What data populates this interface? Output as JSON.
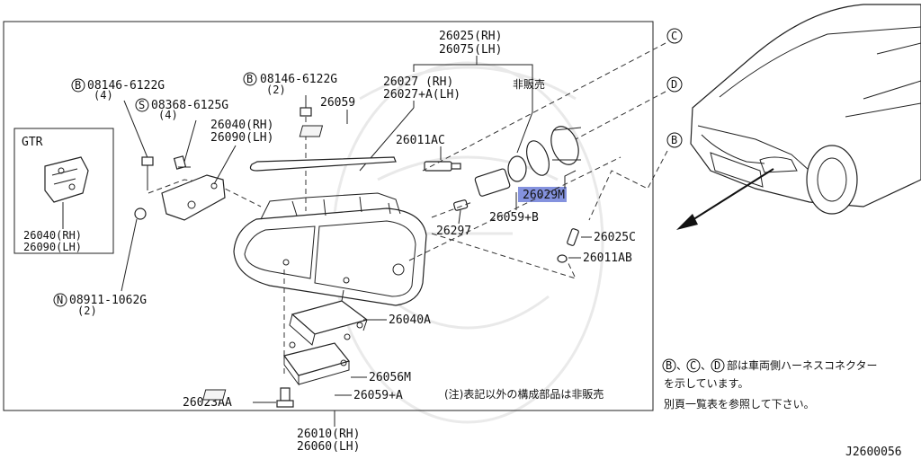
{
  "labels": {
    "p26025": "26025(RH)",
    "p26075": "26075(LH)",
    "hihanbai": "非販売",
    "p26027": "26027  (RH)",
    "p26027a": "26027+A(LH)",
    "b1_num": "08146-6122G",
    "b1_qty": "(4)",
    "s_num": "08368-6125G",
    "s_qty": "(4)",
    "b2_num": "08146-6122G",
    "b2_qty": "(2)",
    "p26059": "26059",
    "p26040": "26040(RH)",
    "p26090": "26090(LH)",
    "p26011ac": "26011AC",
    "gtr": "GTR",
    "gtr_26040": "26040(RH)",
    "gtr_26090": "26090(LH)",
    "p26029m": "26029M",
    "p26059b": "26059+B",
    "p26297": "26297",
    "p26025c": "26025C",
    "p26011ab": "26011AB",
    "n_num": "08911-1062G",
    "n_qty": "(2)",
    "p26040a": "26040A",
    "p26056m": "26056M",
    "p26023aa": "26023AA",
    "p26059a": "26059+A",
    "note": "(注)表記以外の構成部品は非販売",
    "p26010": "26010(RH)",
    "p26060": "26060(LH)",
    "connector_note_1": "部は車両側ハーネスコネクター",
    "connector_note_2": "を示しています。",
    "connector_note_3": "別頁一覧表を参照して下さい。",
    "diagram_code": "J2600056"
  },
  "markers": {
    "B": "B",
    "C": "C",
    "D": "D",
    "S": "S",
    "N": "N",
    "list_sep": "、"
  },
  "highlight_color": "#6f7fd8"
}
